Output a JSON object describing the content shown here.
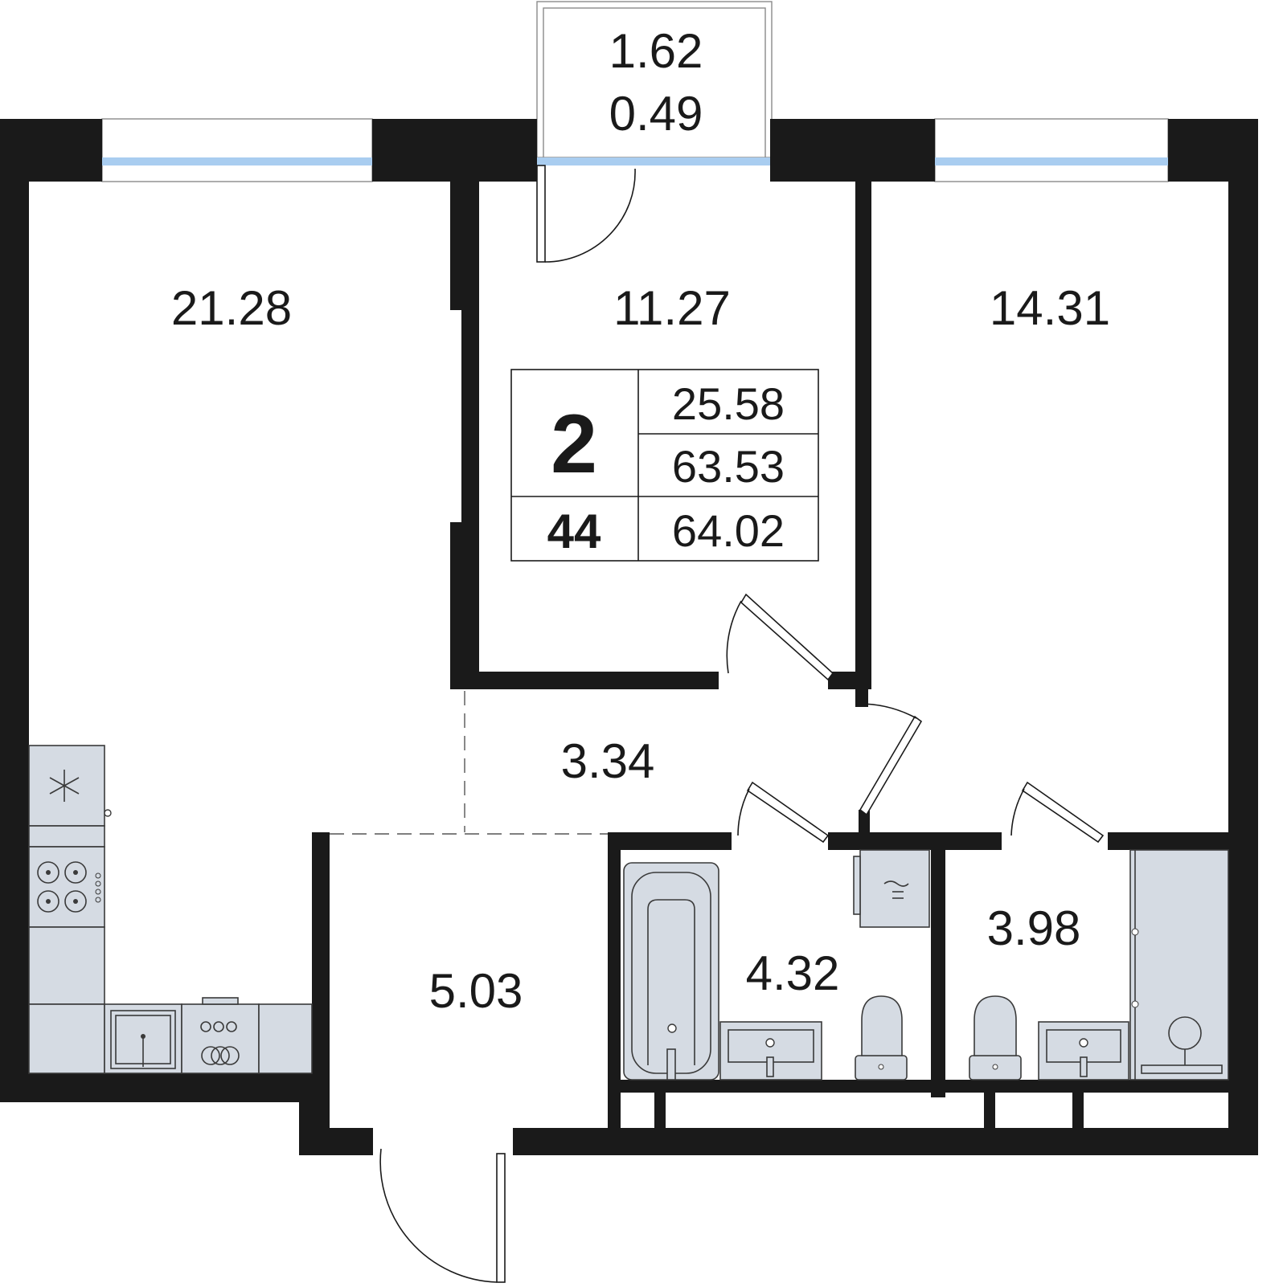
{
  "rooms": {
    "living_kitchen": "21.28",
    "bedroom_middle": "11.27",
    "bedroom_right": "14.31",
    "corridor": "3.34",
    "hall": "5.03",
    "bathroom": "4.32",
    "wc": "3.98"
  },
  "balcony": {
    "area": "1.62",
    "area_reduced": "0.49"
  },
  "summary": {
    "rooms_count": "2",
    "living_area": "25.58",
    "total_area": "63.53",
    "apartment_number": "44",
    "total_area_with_balcony": "64.02"
  },
  "colors": {
    "wall": "#1a1a1a",
    "fixture": "#d5dbe3",
    "window_glass": "#a9cdf0"
  }
}
